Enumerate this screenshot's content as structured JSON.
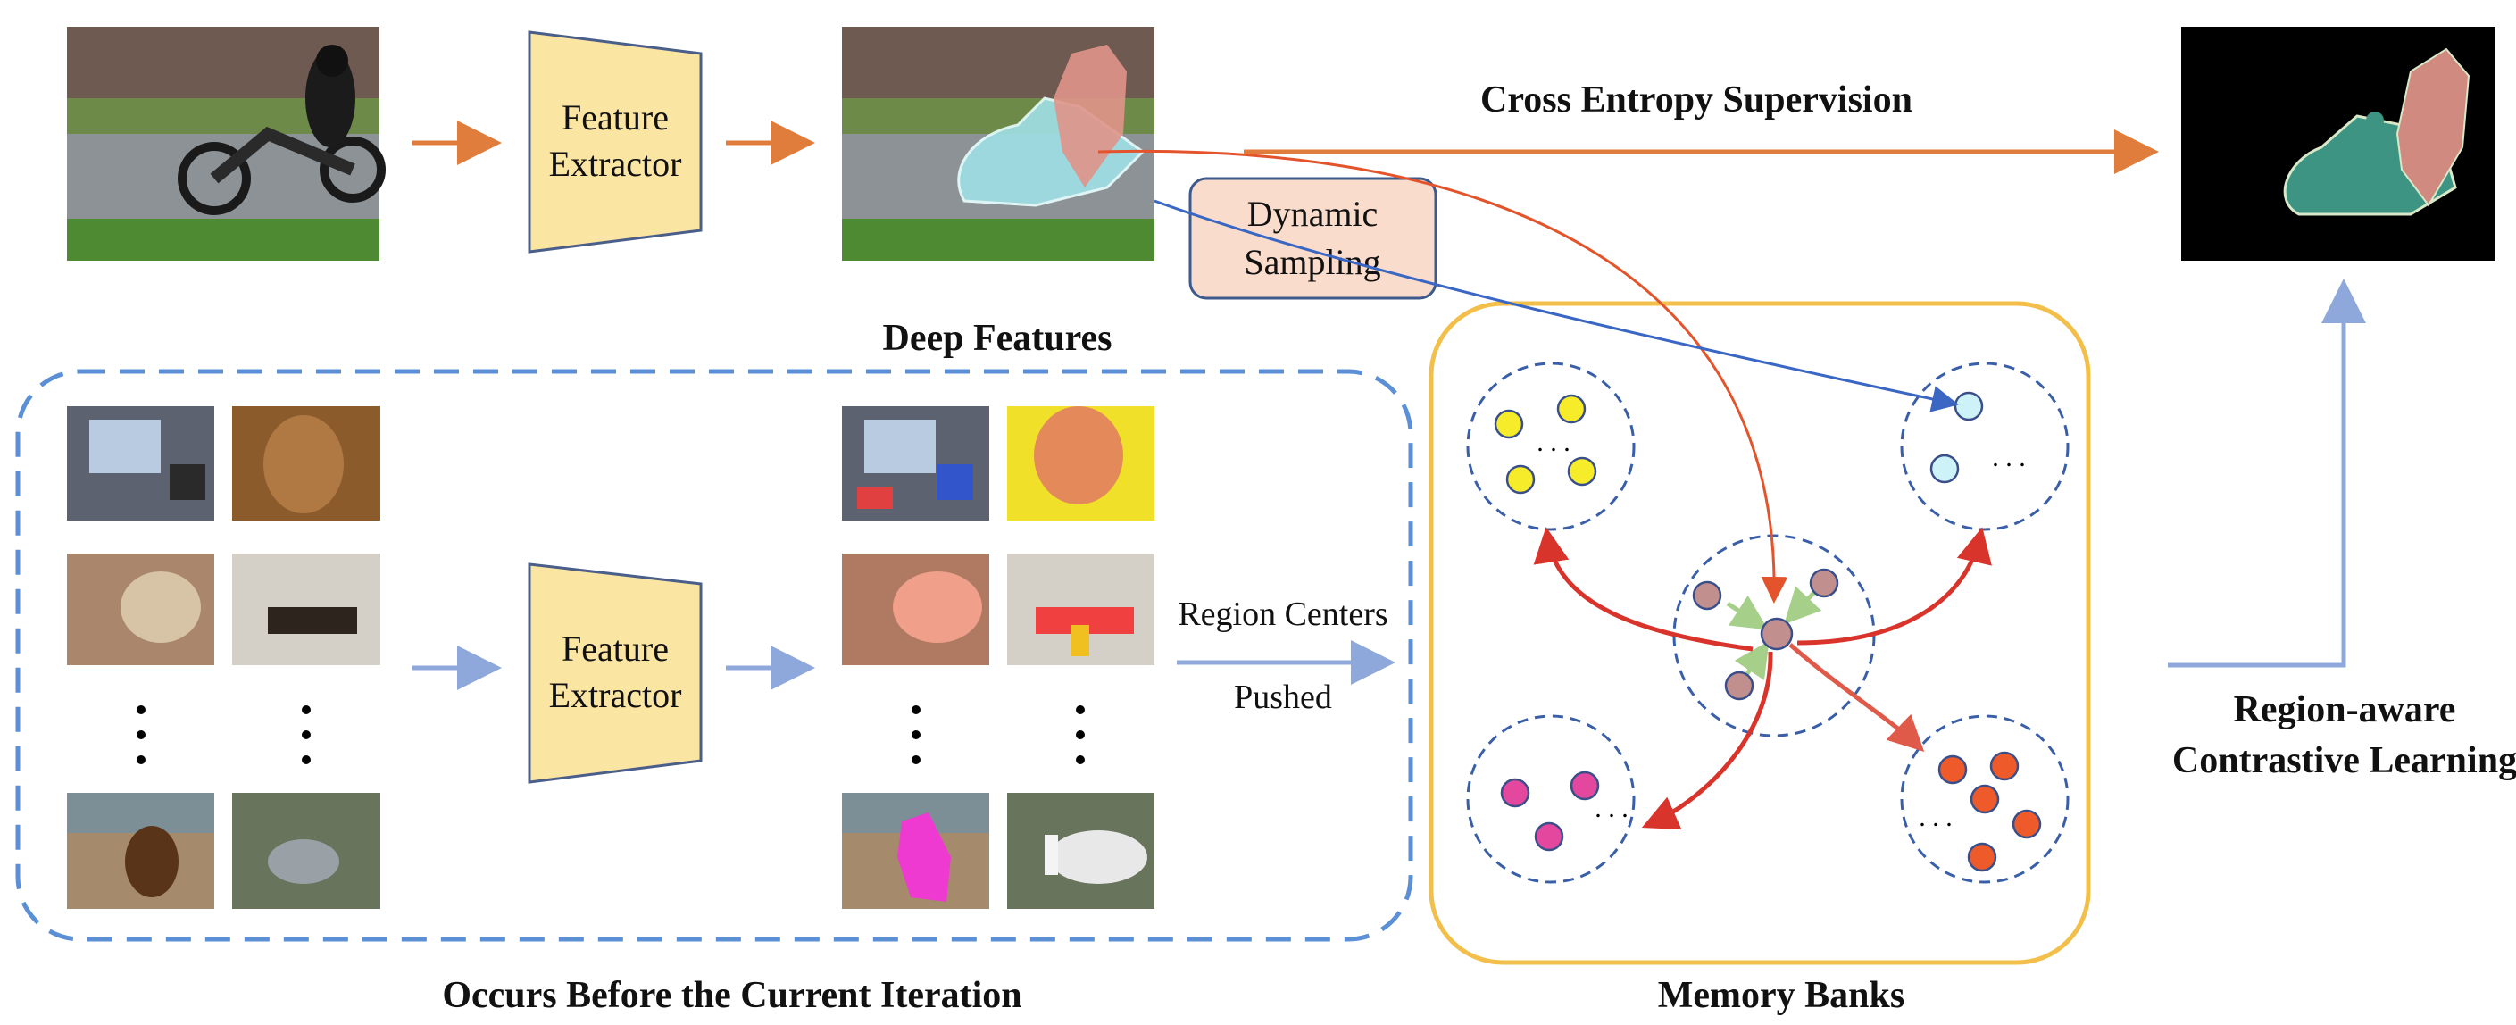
{
  "labels": {
    "feature_extractor_top": [
      "Feature",
      "Extractor"
    ],
    "feature_extractor_bottom": [
      "Feature",
      "Extractor"
    ],
    "cross_entropy": "Cross Entropy Supervision",
    "dynamic_sampling": [
      "Dynamic",
      "Sampling"
    ],
    "deep_features": "Deep Features",
    "region_centers": "Region Centers",
    "pushed": "Pushed",
    "region_aware": [
      "Region-aware",
      "Contrastive Learning"
    ],
    "occurs_before": "Occurs Before the Current Iteration",
    "memory_banks": "Memory Banks",
    "ellipsis": ". . ."
  },
  "colors": {
    "orange_arrow": "#e07d3c",
    "blue_arrow": "#8fa8dc",
    "extractor_fill": "#fbe5a2",
    "extractor_stroke": "#4a5e8a",
    "sampling_fill": "#f9dccb",
    "sampling_stroke": "#3d5a8c",
    "dashed_blue": "#5b8fd6",
    "memory_border": "#f2bf4a",
    "red_curve": "#d9342b",
    "blue_line": "#3a66c4",
    "node_yellow": "#f7ec2a",
    "node_cyan": "#cdf3f8",
    "node_magenta": "#e4479e",
    "node_orange": "#ef5a2a",
    "node_mauve": "#c28f8f",
    "node_green": "#a6d08a"
  },
  "icons": {
    "photo_motorcycle": "motorcycle-photo",
    "photo_motorcycle_features": "motorcycle-features-photo",
    "segmentation_mask": "segmentation-mask-photo",
    "memory_photos": [
      "room-photo",
      "cat-photo",
      "cat-face-photo",
      "dining-room-photo",
      "horse-rider-photo",
      "car-in-forest-photo"
    ]
  }
}
